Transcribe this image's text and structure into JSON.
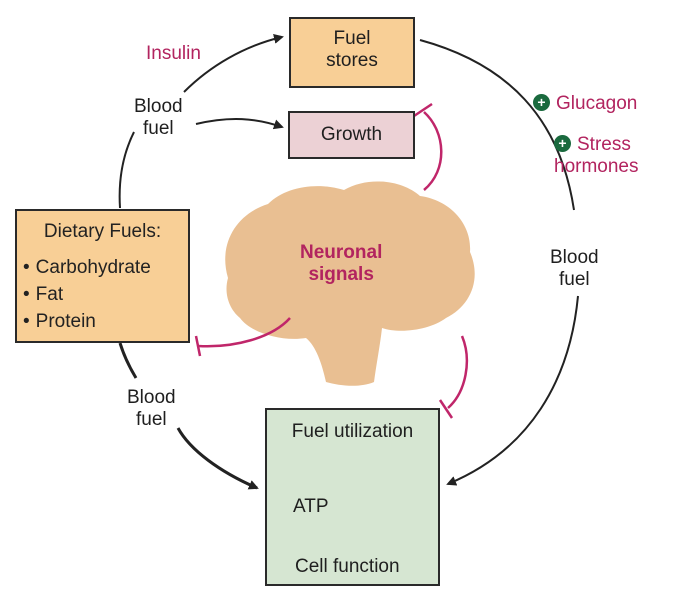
{
  "boxes": {
    "fuel_stores": "Fuel\nstores",
    "growth": "Growth",
    "dietary": {
      "title": "Dietary Fuels:",
      "items": [
        "Carbohydrate",
        "Fat",
        "Protein"
      ]
    },
    "utilization": {
      "title": "Fuel utilization",
      "atp": "ATP",
      "cell_function": "Cell function"
    }
  },
  "labels": {
    "insulin": "Insulin",
    "blood_fuel_top": "Blood\nfuel",
    "blood_fuel_right": "Blood\nfuel",
    "blood_fuel_left": "Blood\nfuel",
    "glucagon": "Glucagon",
    "stress_hormones_1": "Stress",
    "stress_hormones_2": "hormones",
    "neuronal_signals": "Neuronal\nsignals"
  },
  "colors": {
    "fuel_box": "#f8cf96",
    "growth_box": "#ecd1d5",
    "utilization_box": "#d6e6d2",
    "brain": "#e9bf92",
    "hormone_text": "#b2245f",
    "neural_line": "#c0266a",
    "plus_badge": "#1a6a3e"
  }
}
